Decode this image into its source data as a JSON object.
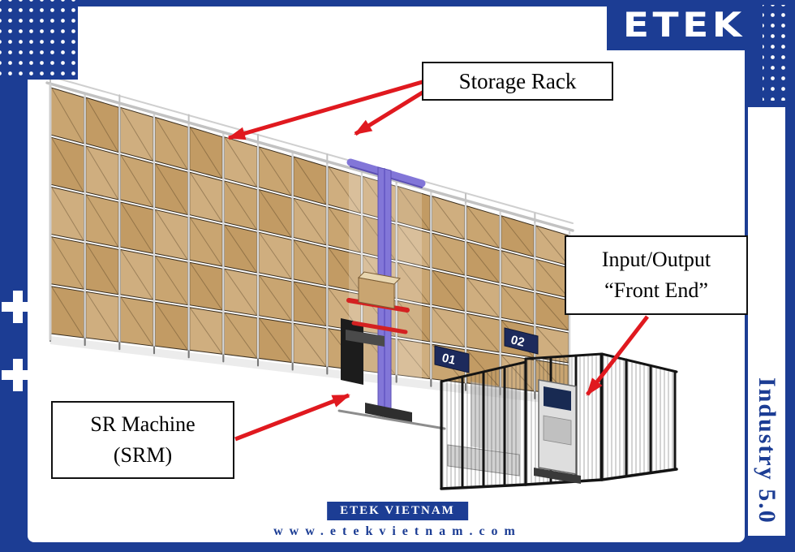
{
  "brand": {
    "logo_text": "ETEK",
    "side_banner": "Industry 5.0",
    "footer_badge": "ETEK VIETNAM",
    "footer_url": "www.etekvietnam.com"
  },
  "labels": {
    "storage_rack": "Storage Rack",
    "io_line1": "Input/Output",
    "io_line2": "“Front End”",
    "srm_line1": "SR Machine",
    "srm_line2": "(SRM)"
  },
  "scene": {
    "banners": [
      "01",
      "02"
    ]
  },
  "colors": {
    "frame_blue": "#1c3d94",
    "arrow_red": "#e0191f",
    "box_tan": "#c9a571",
    "crane_purple": "#8276d8",
    "banner_navy": "#1d2a5c"
  }
}
